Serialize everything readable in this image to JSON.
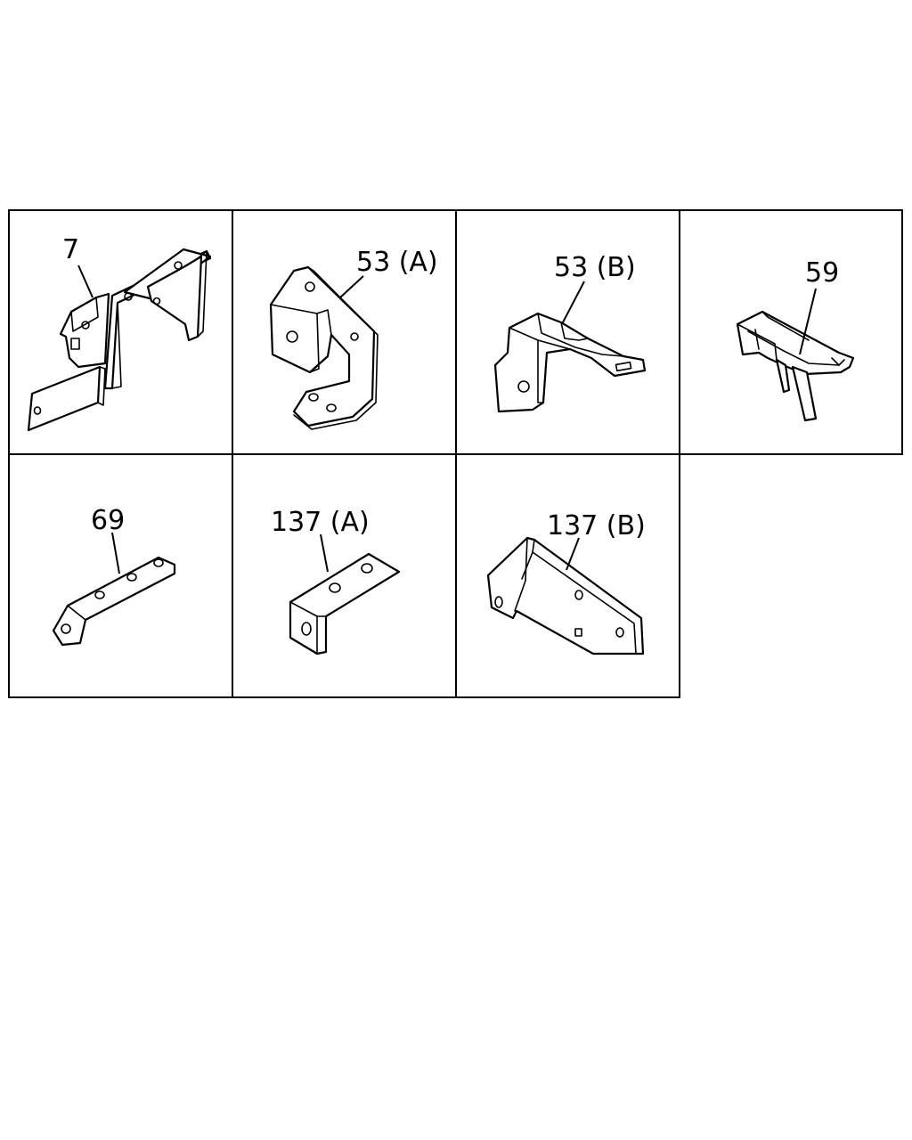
{
  "labels": {
    "p7": "7",
    "p53a": "53 (A)",
    "p53b": "53 (B)",
    "p59": "59",
    "p69": "69",
    "p137a": "137 (A)",
    "p137b": "137 (B)"
  },
  "colors": {
    "line": "#000000",
    "background": "#ffffff"
  }
}
